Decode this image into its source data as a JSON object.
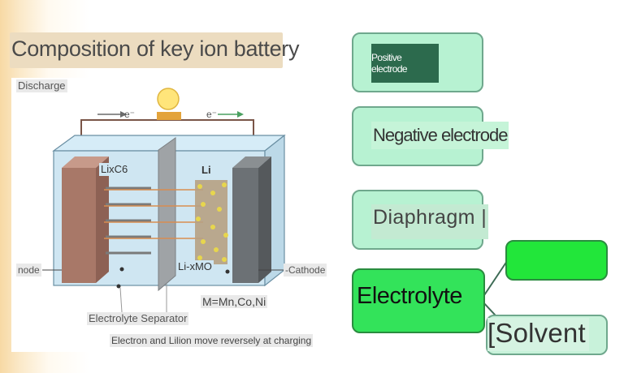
{
  "title": "Composition of key ion battery",
  "figure": {
    "discharge": "Discharge",
    "electron_left": "e⁻",
    "electron_right": "e⁻",
    "anode_material": "LixC6",
    "cathode_material_top": "Li",
    "anode": "node",
    "cathode": "-Cathode",
    "cathode_formula": "Li-xMO",
    "metals": "M=Mn,Co,Ni",
    "electrolyte_separator": "Electrolyte Separator",
    "note": "Electron and Lilion move reversely at charging"
  },
  "nodes": {
    "positive": "Positive electrode",
    "negative": "Negative electrode",
    "diaphragm": "Diaphragm |",
    "electrolyte": "Electrolyte",
    "solvent": "[Solvent"
  },
  "colors": {
    "box_fill": "#b7f2d2",
    "box_border": "#6fa88d",
    "electrolyte_fill": "#33e35a",
    "bright_fill": "#22e63a",
    "connector": "#3d6b55"
  }
}
